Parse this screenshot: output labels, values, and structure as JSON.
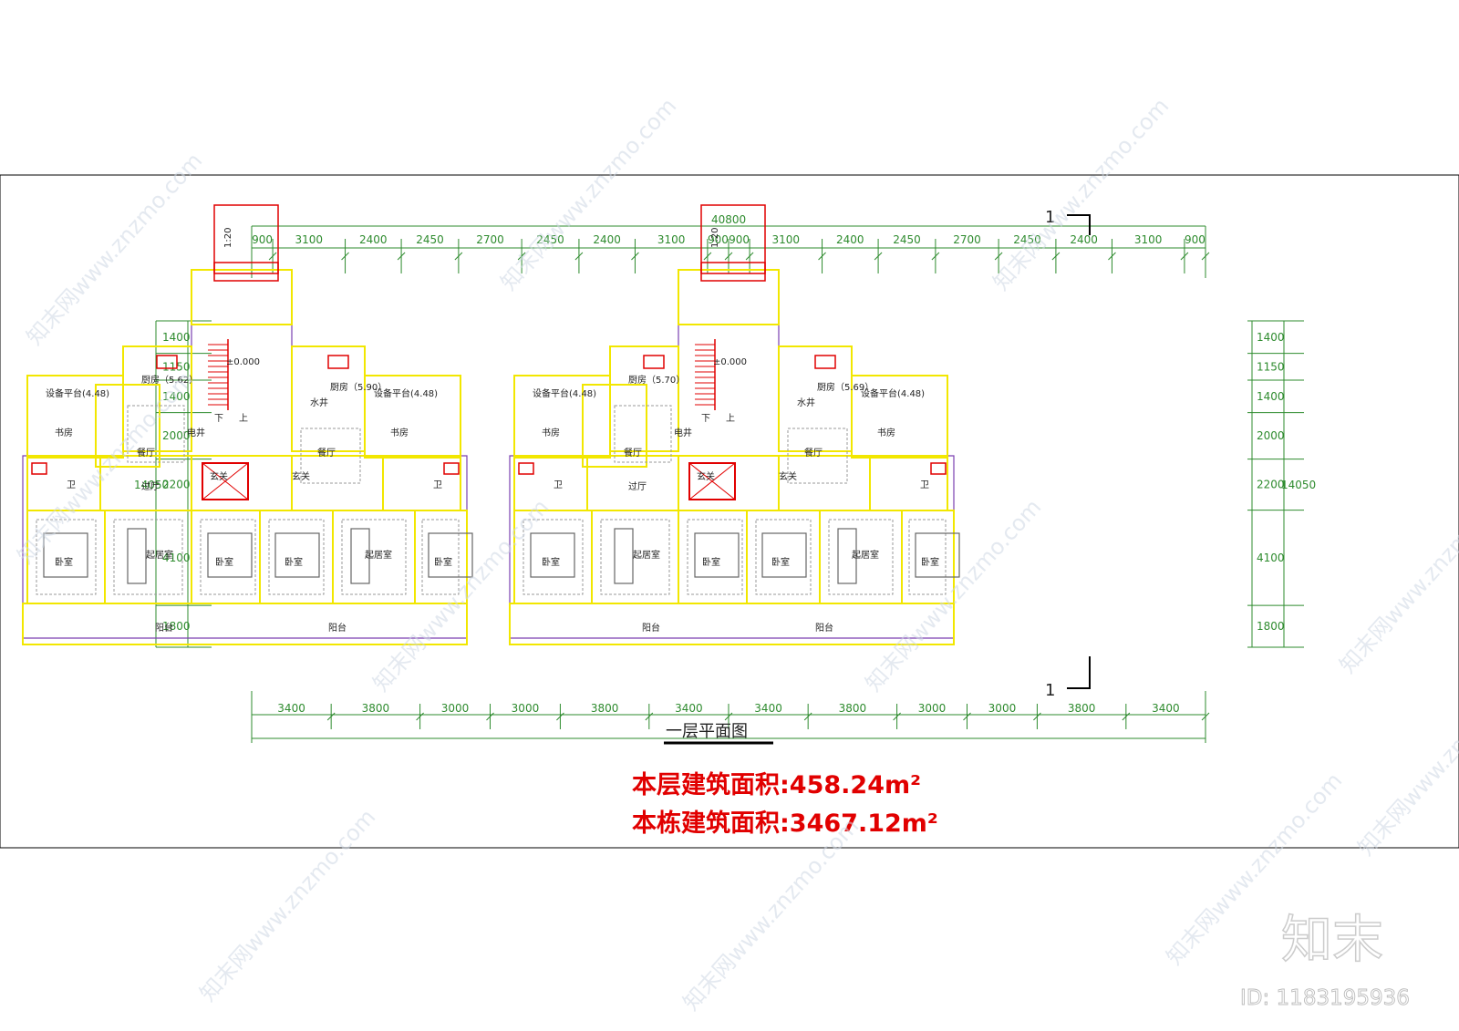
{
  "drawing": {
    "overall_width": "40800",
    "overall_depth": "14050",
    "top_dims": [
      "900",
      "3100",
      "2400",
      "2450",
      "2700",
      "2450",
      "2400",
      "3100",
      "900",
      "900",
      "3100",
      "2400",
      "2450",
      "2700",
      "2450",
      "2400",
      "3100",
      "900"
    ],
    "bottom_dims": [
      "3400",
      "3800",
      "3000",
      "3000",
      "3800",
      "3400",
      "3400",
      "3800",
      "3000",
      "3000",
      "3800",
      "3400"
    ],
    "side_dims": [
      "1400",
      "1150",
      "1400",
      "2000",
      "2200",
      "4100",
      "1800"
    ],
    "elevation": "±0.000",
    "ramp": "1:20",
    "section_mark": "1",
    "title": "一层平面图",
    "area_floor": "本层建筑面积:458.24m²",
    "area_building": "本栋建筑面积:3467.12m²"
  },
  "rooms": {
    "equip": "设备平台(4.48)",
    "study": "书房",
    "kitchen_a": "厨房（5.62）",
    "kitchen_b": "厨房（5.90）",
    "kitchen_c": "厨房（5.70）",
    "kitchen_d": "厨房（5.69）",
    "dining": "餐厅",
    "bath": "卫",
    "hall": "过厅",
    "foyer": "玄关",
    "living": "起居室",
    "bedroom": "卧室",
    "balcony": "阳台",
    "elec": "电井",
    "water": "水井",
    "down": "下",
    "up": "上"
  },
  "watermark": {
    "text": "知末网www.znzmo.com",
    "logo": "知末",
    "id": "ID: 1183195936"
  },
  "colors": {
    "wall": "#f2e700",
    "dim": "#2e8b2e",
    "stair": "#e10000",
    "outline": "#7a3fb0",
    "text_red": "#e10000"
  }
}
